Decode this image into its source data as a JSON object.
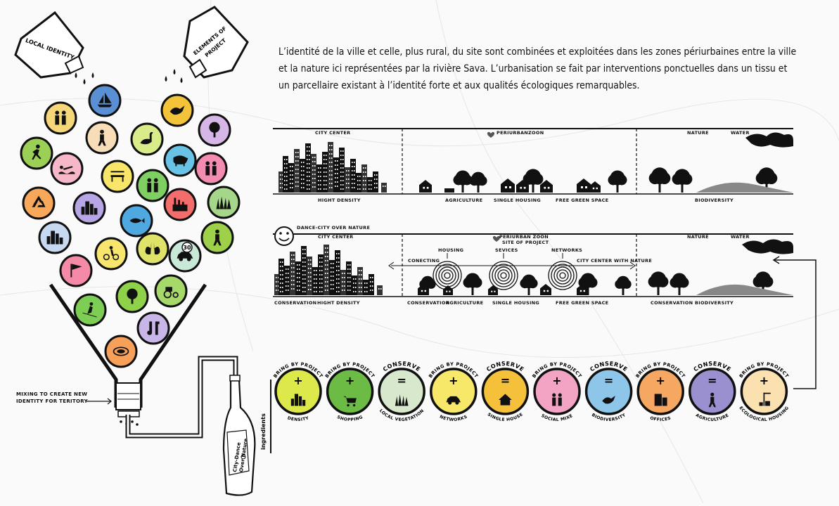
{
  "jars": {
    "left_label": "LOCAL IDENTITY",
    "right_label_1": "ELEMENTS OF",
    "right_label_2": "PROJECT"
  },
  "description": "L’identité de la ville et celle, plus rural, du site sont combinées et exploitées dans les zones périurbaines entre la ville et la nature ici représentées par la rivière Sava. L’urbanisation se fait par interventions ponctuelles dans un tissu et un parcellaire existant  à l’identité forte et aux qualités écologiques remarquables.",
  "section1": {
    "zones": [
      "CITY CENTER",
      "PERIURBANZOON",
      "NATURE",
      "WATER"
    ],
    "bottom_labels": [
      "HIGHT DENSITY",
      "AGRICULTURE",
      "SINGLE HOUSING",
      "FREE GREEN SPACE",
      "BIODIVERSITY"
    ]
  },
  "section2": {
    "title": "DANCE-CITY OVER NATURE",
    "zones": [
      "CITY CENTER",
      "PERIURBAN ZOON",
      "SITE OF PROJECT",
      "NATURE",
      "WATER"
    ],
    "top_labels": [
      "HOUSING",
      "SEVICES",
      "NETWORKS",
      "CONECTING",
      "CITY CENTER WITH NATURE"
    ],
    "bottom_labels": [
      "CONSERVATION",
      "HIGHT DENSITY",
      "CONSERVATION",
      "AGRICULTURE",
      "SINGLE HOUSING",
      "FREE GREEN SPACE",
      "CONSERVATION",
      "BIODIVERSITY"
    ]
  },
  "mixing_label_1": "MIXING TO CREATE NEW",
  "mixing_label_2": "IDENTITY FOR TERITORY",
  "bottle": {
    "label_1": "City-Dance",
    "label_2": "Over Nature",
    "ingredients": "ingredients"
  },
  "ingredients": [
    {
      "arc": "BRING BY PROJECT",
      "sym": "+",
      "name": "DENSITY",
      "color": "#dde84a",
      "icon": "buildings-icon"
    },
    {
      "arc": "BRING BY PROJECT",
      "sym": "+",
      "name": "SHOPPING",
      "color": "#6cbb45",
      "icon": "cart-icon"
    },
    {
      "arc": "CONSERVE",
      "sym": "=",
      "name": "LOCAL VEGETATION",
      "color": "#d8e8cc",
      "icon": "grass-icon"
    },
    {
      "arc": "BRING BY PROJECT",
      "sym": "+",
      "name": "NETWORKS",
      "color": "#f7e86a",
      "icon": "car-icon"
    },
    {
      "arc": "CONSERVE",
      "sym": "=",
      "name": "SINGLE HOUSE",
      "color": "#f5c03a",
      "icon": "house-icon"
    },
    {
      "arc": "BRING BY PROJECT",
      "sym": "+",
      "name": "SOCIAL MIXE",
      "color": "#f3a3c4",
      "icon": "people-icon"
    },
    {
      "arc": "CONSERVE",
      "sym": "=",
      "name": "BIODIVERSITY",
      "color": "#8ec6ea",
      "icon": "bird-icon"
    },
    {
      "arc": "BRING BY PROJECT",
      "sym": "+",
      "name": "OFFICES",
      "color": "#f6a762",
      "icon": "office-icon"
    },
    {
      "arc": "CONSERVE",
      "sym": "=",
      "name": "AGRICULTURE",
      "color": "#9a8fcf",
      "icon": "farmer-icon"
    },
    {
      "arc": "BRING BY PROJECT",
      "sym": "+",
      "name": "ECOLOGICAL HOUSING",
      "color": "#fbe0b0",
      "icon": "crane-icon"
    }
  ],
  "funnel_circles": [
    {
      "color": "#f5d77a",
      "icon": "family-icon"
    },
    {
      "color": "#5b8fd4",
      "icon": "sailboat-icon"
    },
    {
      "color": "#f3c43a",
      "icon": "bird-icon"
    },
    {
      "color": "#d6b6e6",
      "icon": "tree-icon"
    },
    {
      "color": "#9ccf55",
      "icon": "runner-icon"
    },
    {
      "color": "#f7deb8",
      "icon": "walker-icon"
    },
    {
      "color": "#d9ec8a",
      "icon": "goose-icon"
    },
    {
      "color": "#f6b7c8",
      "icon": "swimmer-icon"
    },
    {
      "color": "#f8e66a",
      "icon": "bench-icon"
    },
    {
      "color": "#68c3e6",
      "icon": "pig-icon"
    },
    {
      "color": "#f48bb0",
      "icon": "couple-icon"
    },
    {
      "color": "#f7a85a",
      "icon": "recycle-icon"
    },
    {
      "color": "#7fd062",
      "icon": "people-icon"
    },
    {
      "color": "#f46d6d",
      "icon": "factory-icon"
    },
    {
      "color": "#a6d68a",
      "icon": "grass-icon"
    },
    {
      "color": "#b7a6e6",
      "icon": "buildings-icon"
    },
    {
      "color": "#4fa8e0",
      "icon": "fish-icon"
    },
    {
      "color": "#c6d9f0",
      "icon": "city-icon"
    },
    {
      "color": "#dfe36a",
      "icon": "lungs-icon"
    },
    {
      "color": "#9ed04a",
      "icon": "gardener-icon"
    },
    {
      "color": "#f7e56e",
      "icon": "cyclist-icon"
    },
    {
      "color": "#c8e8d8",
      "icon": "car-icon"
    },
    {
      "color": "#f48aa6",
      "icon": "flag-icon"
    },
    {
      "color": "#a6d86a",
      "icon": "tractor-icon"
    },
    {
      "color": "#8fd24a",
      "icon": "tree-icon"
    },
    {
      "color": "#7ccf54",
      "icon": "skier-icon"
    },
    {
      "color": "#c9b6e8",
      "icon": "instruments-icon"
    },
    {
      "color": "#f7a05a",
      "icon": "plate-icon"
    }
  ],
  "speed_sign": "30"
}
